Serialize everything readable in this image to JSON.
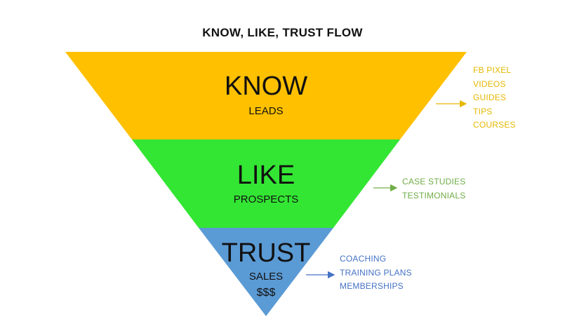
{
  "title": "KNOW, LIKE, TRUST FLOW",
  "colors": {
    "know_fill": "#FFC000",
    "like_fill": "#33E633",
    "trust_fill": "#5B9BD5",
    "know_text": "#E6B800",
    "like_text": "#70AD47",
    "trust_text": "#4472C4"
  },
  "stages": {
    "know": {
      "heading": "KNOW",
      "sub": "LEADS",
      "items": [
        "FB PIXEL",
        "VIDEOS",
        "GUIDES",
        "TIPS",
        "COURSES"
      ]
    },
    "like": {
      "heading": "LIKE",
      "sub": "PROSPECTS",
      "items": [
        "CASE STUDIES",
        "TESTIMONIALS"
      ]
    },
    "trust": {
      "heading": "TRUST",
      "sub": "SALES",
      "sub2": "$$$",
      "items": [
        "COACHING",
        "TRAINING PLANS",
        "MEMBERSHIPS"
      ]
    }
  }
}
